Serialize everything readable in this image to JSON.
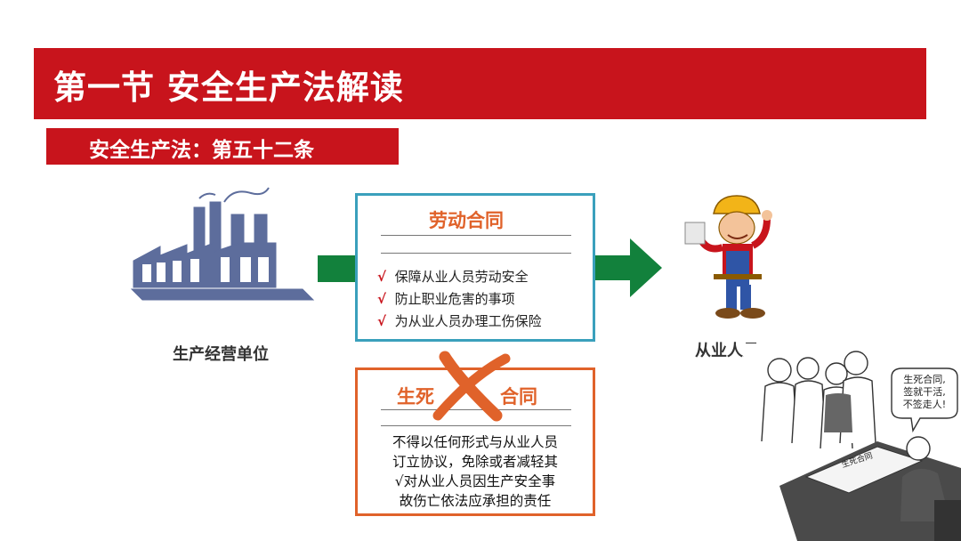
{
  "header": {
    "title": "第一节  安全生产法解读",
    "article": "安全生产法：第五十二条"
  },
  "left_label": "生产经营单位",
  "right_label": "从业人员",
  "contract_box": {
    "title": "劳动合同",
    "check_mark": "√",
    "items": [
      "保障从业人员劳动安全",
      "防止职业危害的事项",
      "为从业人员办理工伤保险"
    ]
  },
  "death_box": {
    "title_left": "生死",
    "title_right": "合同",
    "lines": [
      "不得以任何形式与从业人员",
      "订立协议，免除或者减轻其",
      "√对从业人员因生产安全事",
      "故伤亡依法应承担的责任"
    ]
  },
  "cartoon": {
    "bubble_lines": [
      "生死合同,",
      "签就干活,",
      "不签走人!"
    ],
    "document_label": "生死合同"
  },
  "colors": {
    "header_red": "#c8141c",
    "box_blue": "#3aa0bc",
    "box_orange": "#e0622a",
    "arrow_green": "#12813c",
    "factory_blue": "#5d6d9c"
  }
}
